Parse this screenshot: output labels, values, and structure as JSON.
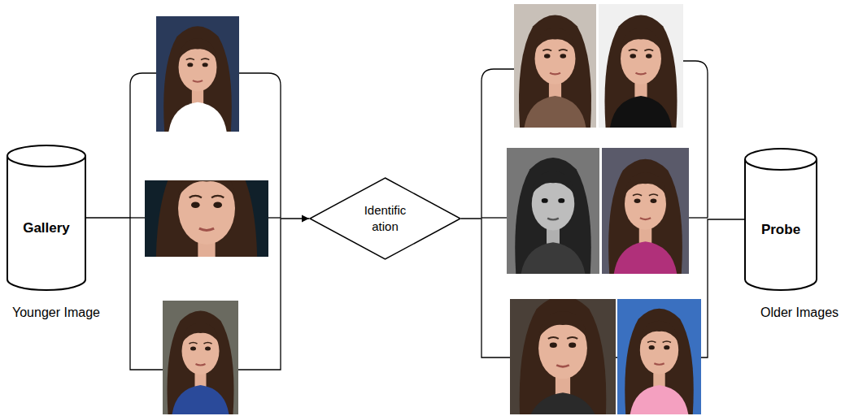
{
  "diagram": {
    "nodes": [
      {
        "text": [
          "Gallery"
        ]
      },
      {
        "text": [
          "Identific ation"
        ]
      },
      {
        "text": [
          "Probe"
        ]
      }
    ],
    "edges": [
      {
        "from": 0,
        "to": 1,
        "arrow": "to"
      },
      {
        "from": 1,
        "to": 2,
        "arrow": "none"
      }
    ],
    "labels": [
      "Younger Image",
      "Older Images"
    ]
  }
}
